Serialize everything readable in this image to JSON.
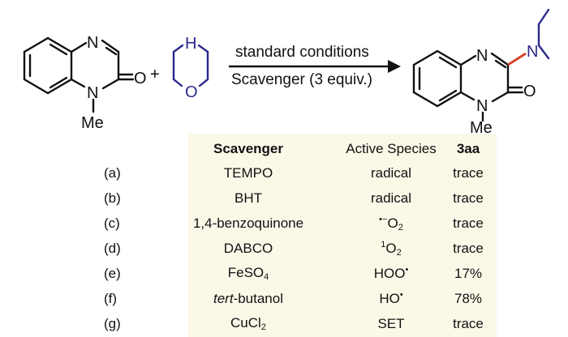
{
  "scheme": {
    "plus": "+",
    "conditions_top": "standard conditions",
    "conditions_bottom": "Scavenger (3 equiv.)",
    "atoms": {
      "N": "N",
      "O": "O",
      "NH": "H",
      "Me": "Me"
    }
  },
  "table": {
    "headers": {
      "scavenger": "Scavenger",
      "species": "Active Species",
      "yield": "3aa"
    },
    "rows": [
      {
        "label": "(a)",
        "scavenger": "TEMPO",
        "species": "radical",
        "yield": "trace"
      },
      {
        "label": "(b)",
        "scavenger": "BHT",
        "species": "radical",
        "yield": "trace"
      },
      {
        "label": "(c)",
        "scavenger": "1,4-benzoquinone",
        "species": "•−O2",
        "yield": "trace"
      },
      {
        "label": "(d)",
        "scavenger": "DABCO",
        "species": "1O2",
        "yield": "trace"
      },
      {
        "label": "(e)",
        "scavenger": "FeSO4",
        "species": "HOO•",
        "yield": "17%"
      },
      {
        "label": "(f)",
        "scavenger": "tert-butanol",
        "species": "HO•",
        "yield": "78%"
      },
      {
        "label": "(g)",
        "scavenger": "CuCl2",
        "species": "SET",
        "yield": "trace"
      }
    ]
  },
  "colors": {
    "morpholine": "#2a2a8c",
    "new_bond": "#d9442a",
    "table_bg": "#fcf8e8",
    "ink": "#111111"
  }
}
